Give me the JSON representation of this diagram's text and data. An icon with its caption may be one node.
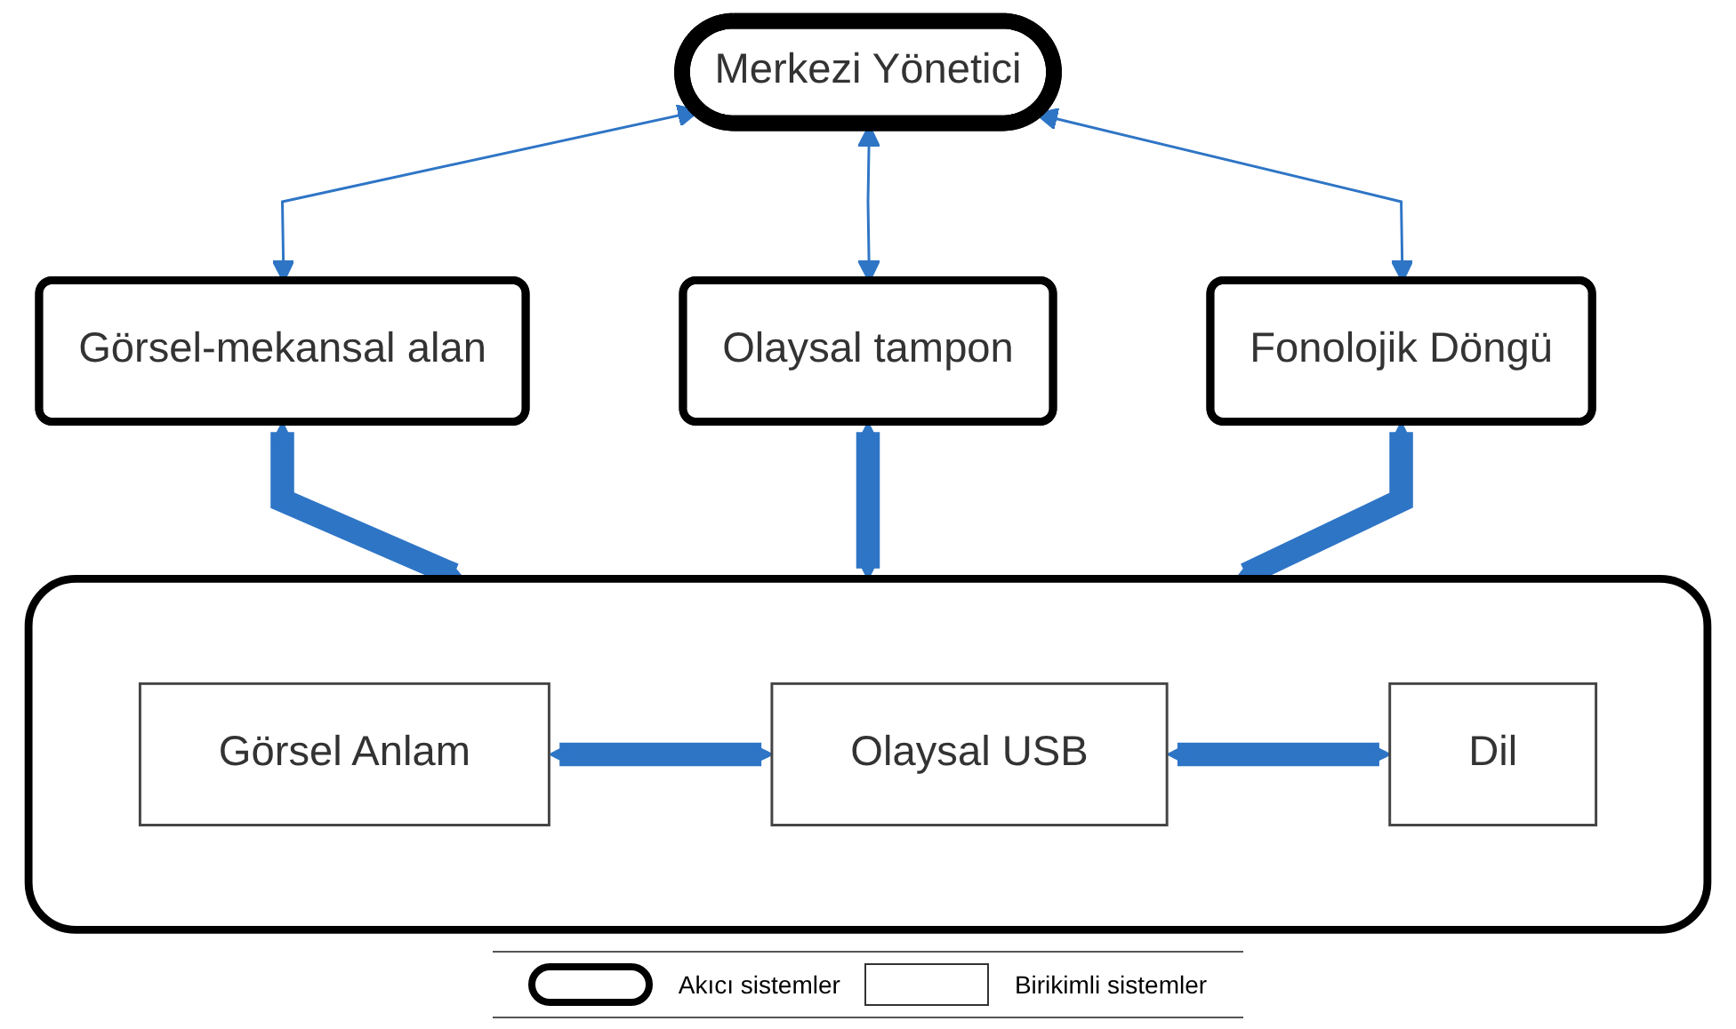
{
  "diagram": {
    "nodes": [
      {
        "text": [
          "Merkezi Yönetici"
        ]
      },
      {
        "text": [
          "Görsel-mekansal alan"
        ]
      },
      {
        "text": [
          "Olaysal tampon"
        ]
      },
      {
        "text": [
          "Fonolojik Döngü"
        ]
      },
      {
        "text": [],
        "shape": "box"
      },
      {
        "text": [
          "Görsel Anlam"
        ],
        "in": 4
      },
      {
        "text": [
          "Olaysal USB"
        ],
        "in": 4
      },
      {
        "text": [
          "Dil"
        ],
        "in": 4
      }
    ],
    "edges": [
      {
        "from": 0,
        "to": 1,
        "arrow": "both"
      },
      {
        "from": 0,
        "to": 2,
        "arrow": "both"
      },
      {
        "from": 0,
        "to": 3,
        "arrow": "both"
      },
      {
        "from": 1,
        "to": 4,
        "arrow": "both"
      },
      {
        "from": 2,
        "to": 4,
        "arrow": "both"
      },
      {
        "from": 3,
        "to": 4,
        "arrow": "both"
      },
      {
        "from": 5,
        "to": 6,
        "arrow": "both"
      },
      {
        "from": 6,
        "to": 7,
        "arrow": "both"
      }
    ],
    "legend": [
      {
        "text": "Akıcı sistemler"
      },
      {
        "text": "Birikimli sistemler"
      }
    ]
  }
}
